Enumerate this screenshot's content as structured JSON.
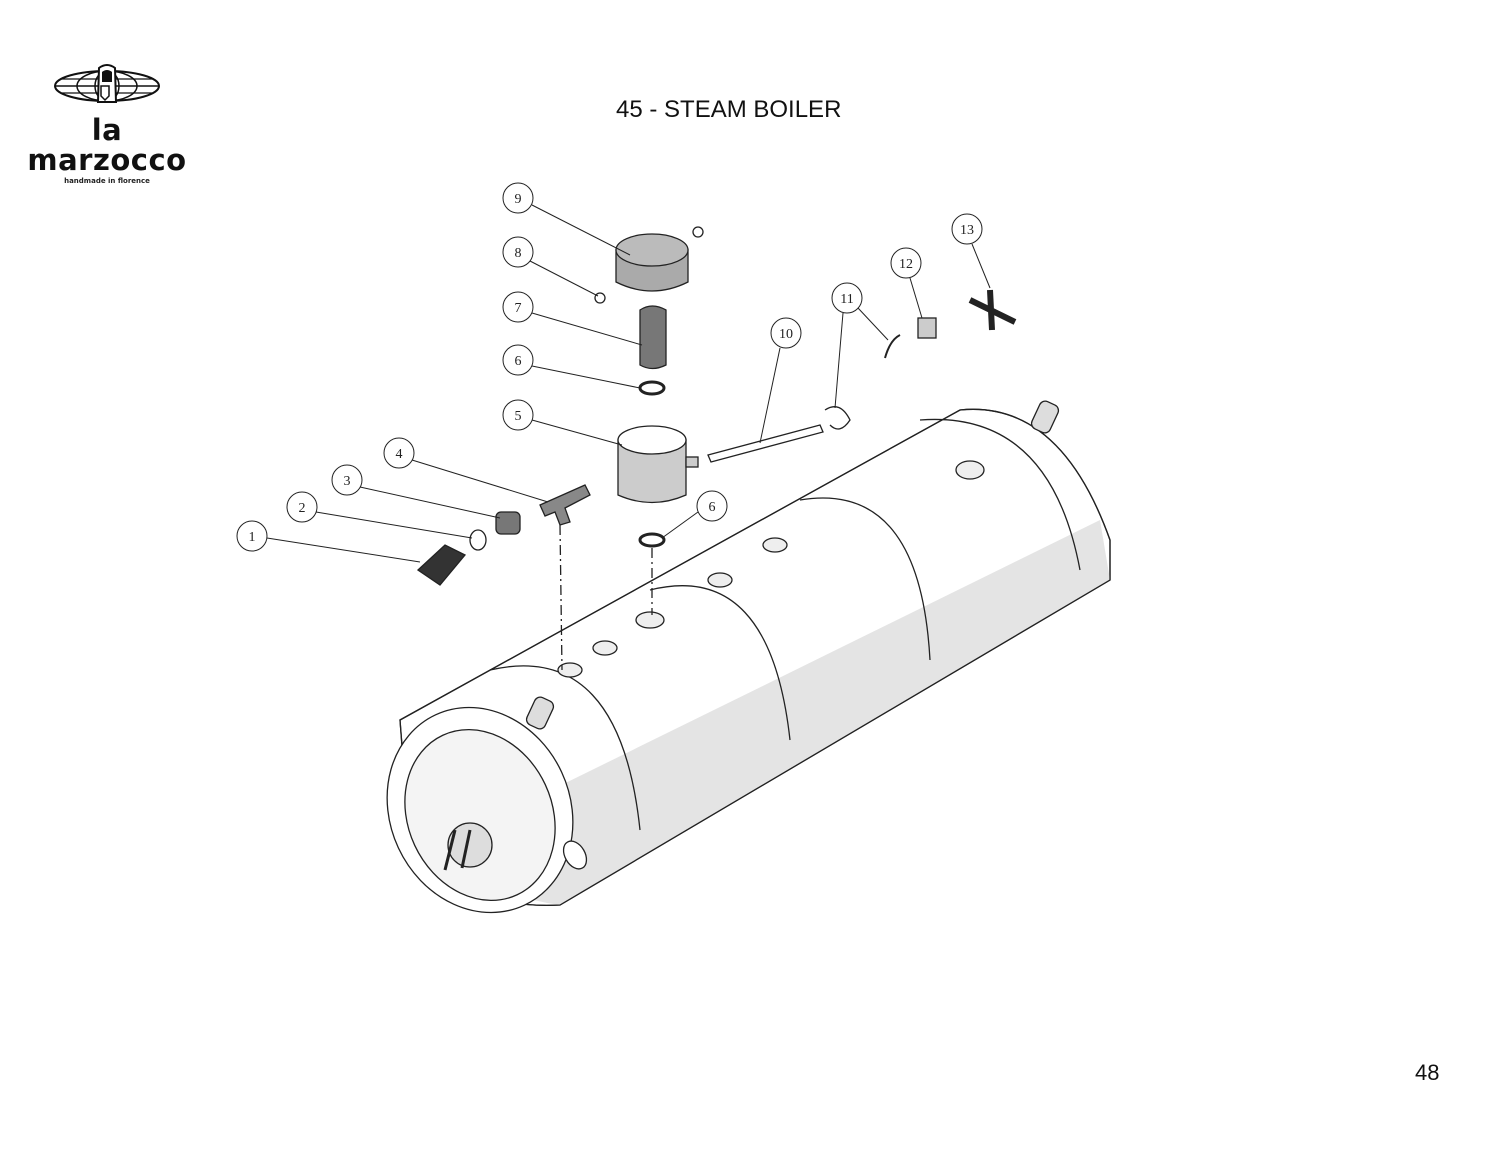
{
  "logo": {
    "brand": "la marzocco",
    "tagline": "handmade in florence"
  },
  "title": "45 - STEAM BOILER",
  "page_number": "48",
  "callouts": [
    {
      "label": "1"
    },
    {
      "label": "2"
    },
    {
      "label": "3"
    },
    {
      "label": "4"
    },
    {
      "label": "5"
    },
    {
      "label": "6"
    },
    {
      "label": "6"
    },
    {
      "label": "7"
    },
    {
      "label": "8"
    },
    {
      "label": "9"
    },
    {
      "label": "10"
    },
    {
      "label": "11"
    },
    {
      "label": "12"
    },
    {
      "label": "13"
    }
  ]
}
